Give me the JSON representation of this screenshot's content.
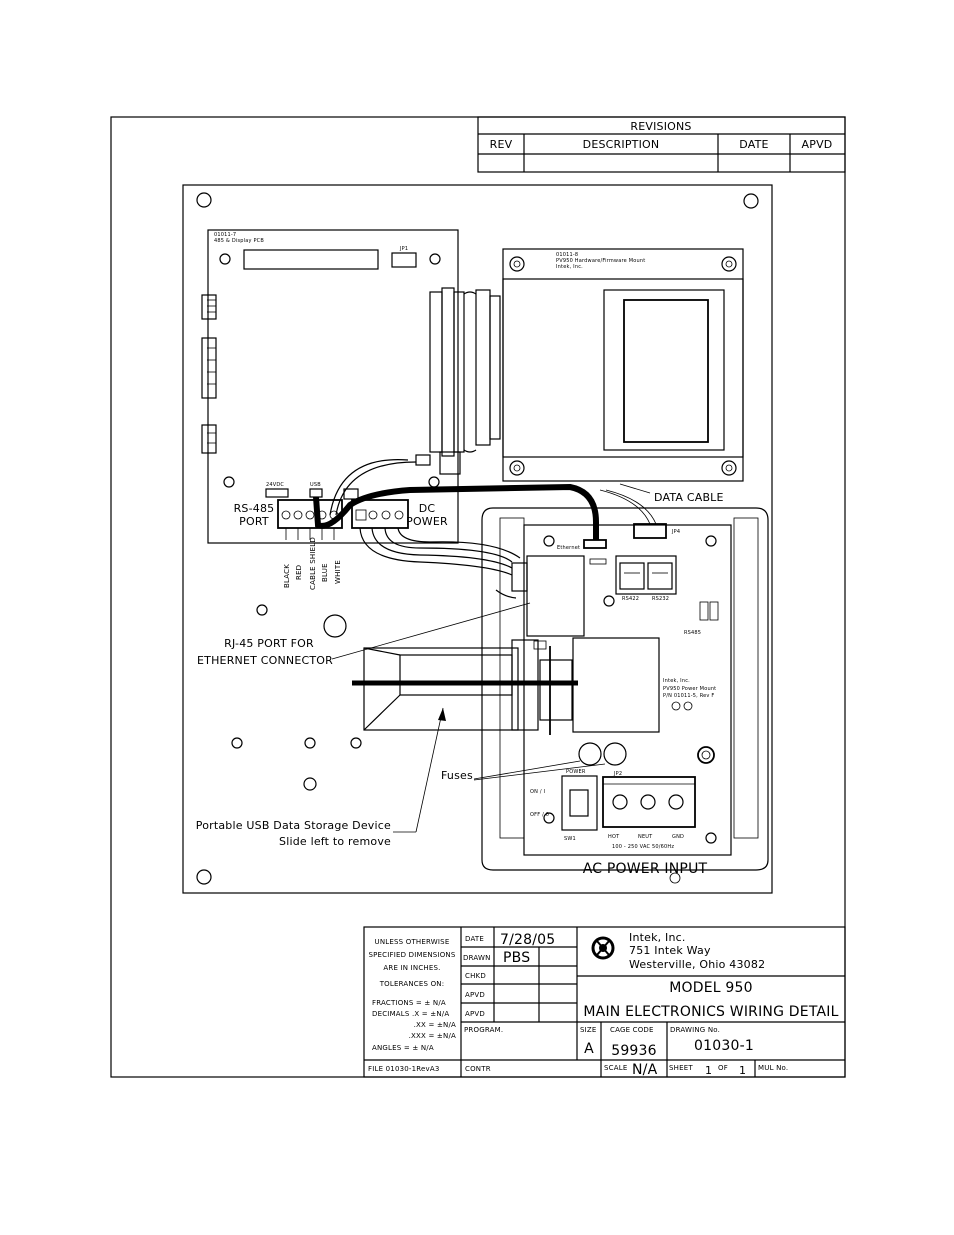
{
  "revisions": {
    "title": "REVISIONS",
    "col_rev": "REV",
    "col_description": "DESCRIPTION",
    "col_date": "DATE",
    "col_apvd": "APVD"
  },
  "diagram_labels": {
    "pcb_top_left_1": "01011-7",
    "pcb_top_left_2": "485 & Display PCB",
    "jp1_top": "JP1",
    "pcb_top_right_1": "01011-8",
    "pcb_top_right_2": "PV950 Hardware/Firmware Mount",
    "pcb_top_right_3": "Intek, Inc.",
    "v24dc": "24VDC",
    "usb": "USB",
    "rs485_1": "RS-485",
    "rs485_2": "PORT",
    "dc_power_1": "DC",
    "dc_power_2": "POWER",
    "data_cable": "DATA CABLE",
    "ethernet": "Ethernet",
    "jp4": "JP4",
    "rs422": "RS422",
    "rs232": "RS232",
    "rs485_small": "RS485",
    "wire_black": "BLACK",
    "wire_red": "RED",
    "wire_shield": "CABLE SHIELD",
    "wire_blue": "BLUE",
    "wire_white": "WHITE",
    "rj45_1": "RJ-45 PORT FOR",
    "rj45_2": "ETHERNET CONNECTOR",
    "intek_board_1": "Intek, Inc.",
    "intek_board_2": "PV950 Power Mount",
    "intek_board_3": "P/N 01011-5, Rev F",
    "fuses": "Fuses",
    "power": "POWER",
    "jp2": "JP2",
    "on": "ON / I",
    "off": "OFF / 0",
    "sw1": "SW1",
    "hot": "HOT",
    "neut": "NEUT",
    "gnd": "GND",
    "vac": "100 - 250 VAC 50/60Hz",
    "usb_device_1": "Portable USB Data Storage Device",
    "usb_device_2": "Slide left to remove",
    "ac_power_input": "AC POWER INPUT"
  },
  "title_block": {
    "notes": [
      "UNLESS OTHERWISE",
      "SPECIFIED DIMENSIONS",
      "ARE IN INCHES.",
      "TOLERANCES ON:",
      "FRACTIONS = ± N/A",
      "DECIMALS .X = ±N/A",
      ".XX = ±N/A",
      ".XXX = ±N/A",
      "ANGLES = ± N/A"
    ],
    "file": "FILE  01030-1RevA3",
    "date_label": "DATE",
    "date_value": "7/28/05",
    "drawn_label": "DRAWN",
    "drawn_value": "PBS",
    "chkd_label": "CHKD",
    "apvd1_label": "APVD",
    "apvd2_label": "APVD",
    "program_label": "PROGRAM.",
    "contr_label": "CONTR",
    "company": [
      "Intek, Inc.",
      "751 Intek Way",
      "Westerville, Ohio   43082"
    ],
    "model": "MODEL 950",
    "drawing_title": "MAIN ELECTRONICS WIRING DETAIL",
    "size_label": "SIZE",
    "size_value": "A",
    "cage_label": "CAGE CODE",
    "cage_value": "59936",
    "drawing_no_label": "DRAWING No.",
    "drawing_no_value": "01030-1",
    "scale_label": "SCALE",
    "scale_value": "N/A",
    "sheet_label": "SHEET",
    "sheet_value": "1",
    "of_label": "OF",
    "of_value": "1",
    "mul_label": "MUL No."
  },
  "colors": {
    "ink": "#000000",
    "paper": "#ffffff"
  }
}
